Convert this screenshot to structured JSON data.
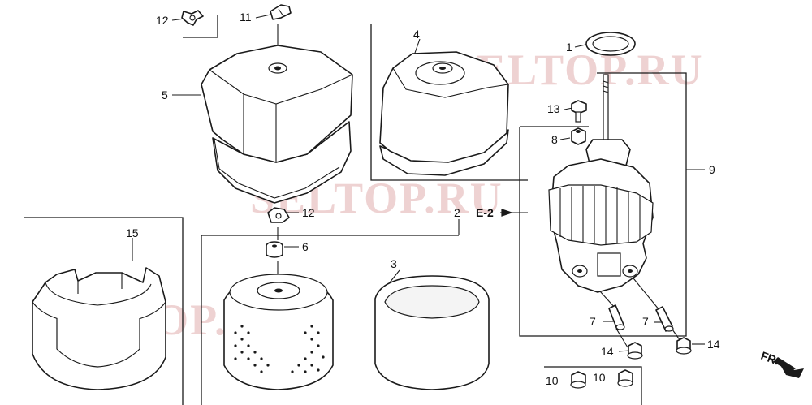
{
  "diagram": {
    "callouts": {
      "p1": "1",
      "p2": "2",
      "p3": "3",
      "p4": "4",
      "p5": "5",
      "p6": "6",
      "p7a": "7",
      "p7b": "7",
      "p8": "8",
      "p9": "9",
      "p10a": "10",
      "p10b": "10",
      "p11": "11",
      "p12a": "12",
      "p12b": "12",
      "p13": "13",
      "p14a": "14",
      "p14b": "14",
      "p15": "15"
    },
    "reference": "E-2",
    "direction": "FR.",
    "watermark": "SELTOP.RU"
  }
}
